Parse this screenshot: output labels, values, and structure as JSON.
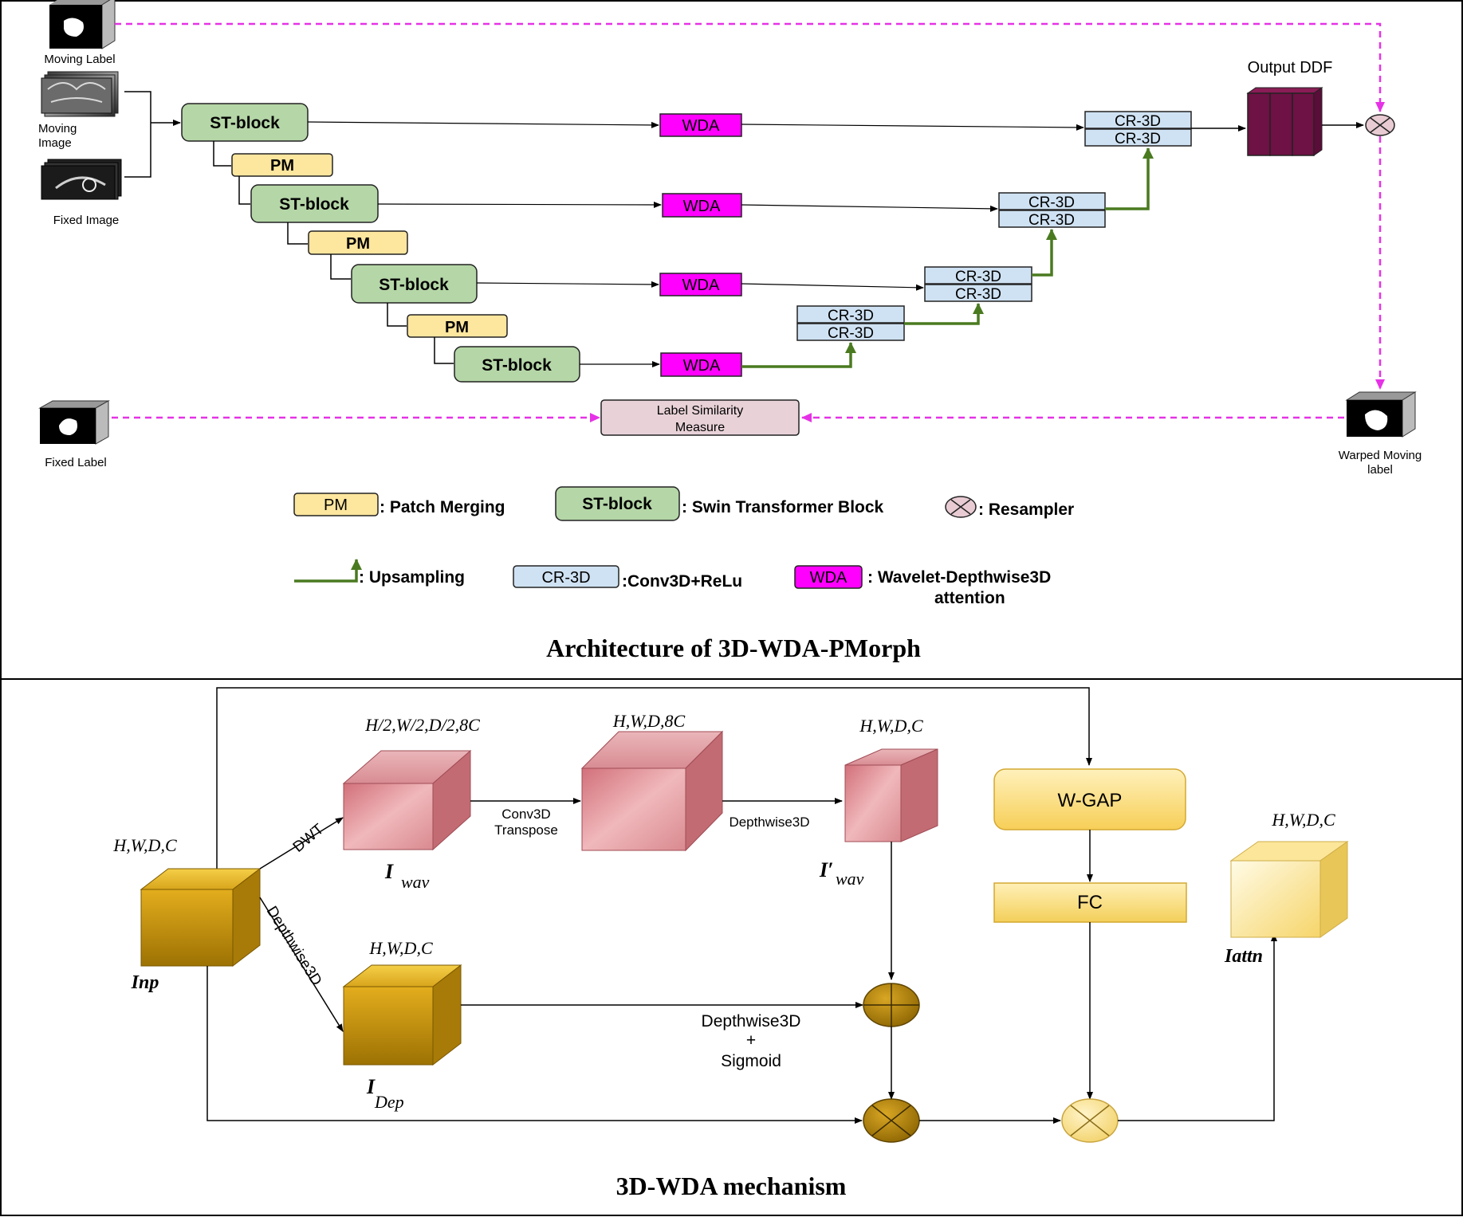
{
  "top": {
    "moving_label": "Moving Label",
    "moving_image": [
      "Moving",
      "Image"
    ],
    "fixed_image": "Fixed Image",
    "fixed_label": "Fixed Label",
    "warped_label": [
      "Warped Moving",
      "label"
    ],
    "output_ddf": "Output DDF",
    "st_block": "ST-block",
    "pm": "PM",
    "wda": "WDA",
    "cr3d": "CR-3D",
    "label_similarity": [
      "Label Similarity",
      "Measure"
    ],
    "title": "Architecture of 3D-WDA-PMorph"
  },
  "legend": {
    "pm_box": "PM",
    "pm_desc": ":  Patch Merging",
    "st_box": "ST-block",
    "st_desc": ": Swin Transformer Block",
    "resampler_desc": ": Resampler",
    "up_desc": ": Upsampling",
    "cr_box": "CR-3D",
    "cr_desc": ":Conv3D+ReLu",
    "wda_box": "WDA",
    "wda_desc": [
      ": Wavelet-Depthwise3D",
      "attention"
    ]
  },
  "bottom": {
    "dim_inp": "H,W,D,C",
    "dim_wav": "H/2,W/2,D/2,8C",
    "dim_conv": "H,W,D,8C",
    "dim_wavp": "H,W,D,C",
    "dim_dep": "H,W,D,C",
    "dim_attn": "H,W,D,C",
    "dwt": "DWT",
    "depthwise_diag": "Depthwise3D",
    "conv_transpose": [
      "Conv3D",
      "Transpose"
    ],
    "depthwise_mid": "Depthwise3D",
    "dep_sig": [
      "Depthwise3D",
      "+",
      "Sigmoid"
    ],
    "wgap": "W-GAP",
    "fc": "FC",
    "i_inp": "Inp",
    "i_wav_main": "I",
    "i_wav_sub": "wav",
    "i_wavp_main": "I′",
    "i_wavp_sub": "wav",
    "i_dep_main": "I",
    "i_dep_sub": "Dep",
    "i_attn": "Iattn",
    "title": "3D-WDA mechanism"
  },
  "colors": {
    "st_green": "#b5d6a7",
    "pm_yellow": "#fde69e",
    "wda_magenta": "#ff00ff",
    "cr_blue": "#cfe2f3",
    "ddf_maroon": "#6e1144",
    "upsample_green": "#4a7a20",
    "dashed_magenta": "#e632e6",
    "gold_cube": "#c7920e",
    "pink_cube": "#e7a0a5",
    "light_cube": "#fde58a"
  }
}
